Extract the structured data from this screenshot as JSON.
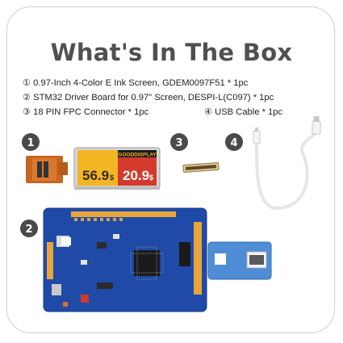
{
  "title": "What's In The Box",
  "items": [
    {
      "marker": "①",
      "text": "0.97-Inch 4-Color E Ink Screen, GDEM0097F51 * 1pc"
    },
    {
      "marker": "②",
      "text": "STM32 Driver Board for 0.97\" Screen, DESPI-L(C097) * 1pc"
    },
    {
      "marker": "③",
      "text": "18 PIN FPC Connector * 1pc"
    },
    {
      "marker": "④",
      "text": "USB Cable * 1pc"
    }
  ],
  "badges": [
    "1",
    "2",
    "3",
    "4"
  ],
  "screen": {
    "brand": "GOODDISPLAY",
    "left_value": "56.9",
    "left_unit": "$",
    "right_value": "20.9",
    "right_unit": "$"
  },
  "colors": {
    "title": "#505050",
    "badge": "#4a4a4a",
    "pcb": "#1f4aa8",
    "screen_yellow": "#f2b624",
    "screen_red": "#d43a2c",
    "fpc": "#c8651f"
  }
}
